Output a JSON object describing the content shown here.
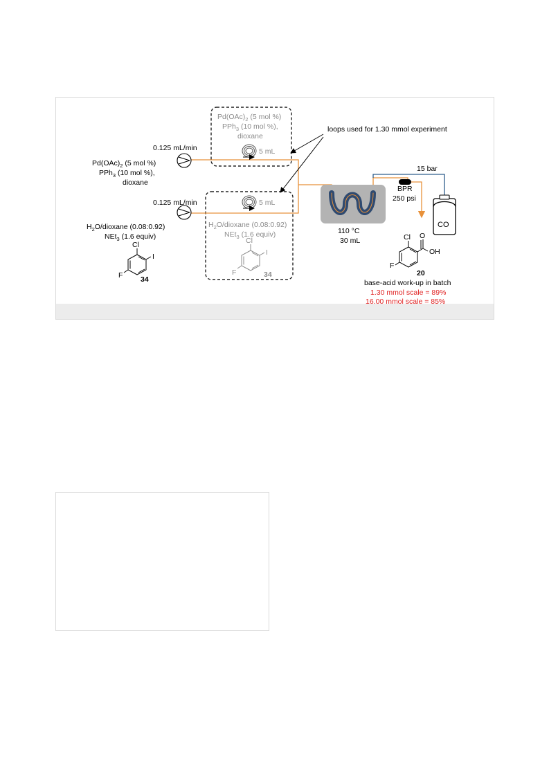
{
  "scheme": {
    "callout": "loops used for 1.30 mmol experiment",
    "pump1": {
      "flow": "0.125 mL/min",
      "reagent": "Pd(OAc)",
      "reagent_sub": "2",
      "reagent_rest": " (5 mol %)",
      "line2_a": "PPh",
      "line2_sub": "3",
      "line2_rest": " (10 mol %),",
      "line3": "dioxane"
    },
    "pump2": {
      "flow": "0.125 mL/min",
      "line1_a": "H",
      "line1_sub": "2",
      "line1_rest": "O/dioxane (0.08:0.92)",
      "line2_a": "NEt",
      "line2_sub": "3",
      "line2_rest": " (1.6 equiv)"
    },
    "loop_top": {
      "line1_a": "Pd(OAc)",
      "line1_sub": "2",
      "line1_rest": " (5 mol %)",
      "line2_a": "PPh",
      "line2_sub": "3",
      "line2_rest": " (10 mol %),",
      "line3": "dioxane",
      "volume": "5 mL"
    },
    "loop_bottom": {
      "volume": "5 mL",
      "line1_a": "H",
      "line1_sub": "2",
      "line1_rest": "O/dioxane (0.08:0.92)",
      "line2_a": "NEt",
      "line2_sub": "3",
      "line2_rest": " (1.6 equiv)"
    },
    "reactor": {
      "temp": "110 °C",
      "volume": "30 mL"
    },
    "bpr": {
      "label": "BPR",
      "pressure": "250 psi"
    },
    "gas": {
      "pressure": "15 bar",
      "label": "CO"
    },
    "compound_sm": {
      "cl": "Cl",
      "i": "I",
      "f": "F",
      "number": "34"
    },
    "compound_sm_loop": {
      "cl": "Cl",
      "i": "I",
      "f": "F",
      "number": "34"
    },
    "product": {
      "cl": "Cl",
      "o": "O",
      "oh": "OH",
      "f": "F",
      "number": "20",
      "workup": "base-acid work-up in batch",
      "yield1": "1.30 mmol scale = 89%",
      "yield2": "16.00 mmol scale = 85%"
    },
    "colors": {
      "tubing": "#e8913a",
      "reactor_coil": "#2f4a70",
      "reactor_bg": "#b3b3b3",
      "gas_line": "#2e5d8c",
      "yield_text": "#e02020",
      "grey_text": "#8c8c8c"
    }
  }
}
